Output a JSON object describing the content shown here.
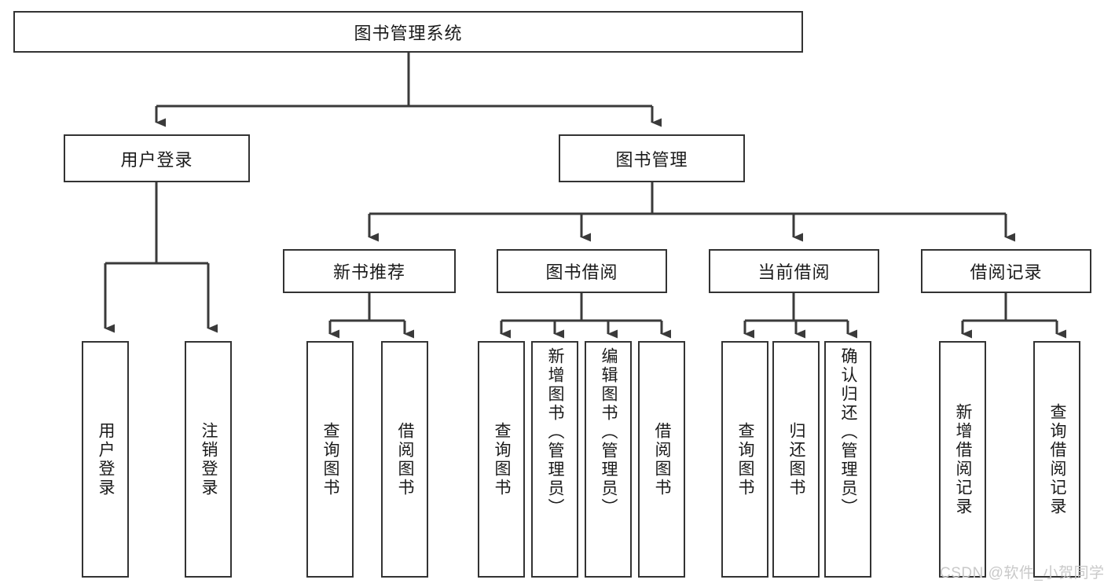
{
  "diagram": {
    "title_box": {
      "label": "图书管理系统"
    },
    "level2": [
      {
        "id": "user-login",
        "label": "用户登录"
      },
      {
        "id": "book-manage",
        "label": "图书管理"
      }
    ],
    "level3": [
      {
        "id": "new-book-recommend",
        "label": "新书推荐"
      },
      {
        "id": "book-borrow",
        "label": "图书借阅"
      },
      {
        "id": "current-borrow",
        "label": "当前借阅"
      },
      {
        "id": "borrow-record",
        "label": "借阅记录"
      }
    ],
    "leaves": {
      "user_login": [
        {
          "id": "leaf-user-login",
          "label": "用户登录"
        },
        {
          "id": "leaf-logout-login",
          "label": "注销登录"
        }
      ],
      "new_book_recommend": [
        {
          "id": "leaf-query-book-1",
          "label": "查询图书"
        },
        {
          "id": "leaf-borrow-book-1",
          "label": "借阅图书"
        }
      ],
      "book_borrow": [
        {
          "id": "leaf-query-book-2",
          "label": "查询图书"
        },
        {
          "id": "leaf-add-book",
          "label": "新增图书（管理员）"
        },
        {
          "id": "leaf-edit-book",
          "label": "编辑图书（管理员）"
        },
        {
          "id": "leaf-borrow-book-2",
          "label": "借阅图书"
        }
      ],
      "current_borrow": [
        {
          "id": "leaf-query-book-3",
          "label": "查询图书"
        },
        {
          "id": "leaf-return-book",
          "label": "归还图书"
        },
        {
          "id": "leaf-confirm-return",
          "label": "确认归还（管理员）"
        }
      ],
      "borrow_record": [
        {
          "id": "leaf-add-record",
          "label": "新增借阅记录"
        },
        {
          "id": "leaf-query-record",
          "label": "查询借阅记录"
        }
      ]
    }
  },
  "watermark": {
    "text": "CSDN @软件_小贺同学"
  },
  "colors": {
    "box_border": "#333333",
    "box_fill": "#ffffff",
    "line": "#3a3a3a",
    "text": "#1a1a1a",
    "watermark": "#c9c9c9",
    "background": "#ffffff"
  }
}
